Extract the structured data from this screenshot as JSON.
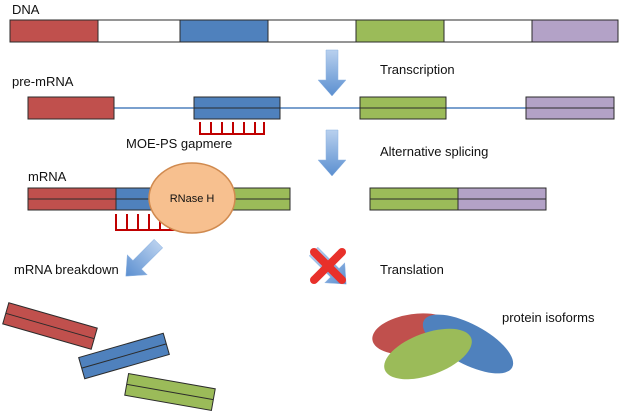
{
  "labels": {
    "dna": "DNA",
    "pre_mrna": "pre-mRNA",
    "mrna": "mRNA",
    "gapmer": "MOE-PS gapmere",
    "rnase": "RNase H",
    "transcription": "Transcription",
    "alt_splicing": "Alternative splicing",
    "breakdown": "mRNA breakdown",
    "translation": "Translation",
    "isoforms": "protein isoforms"
  },
  "colors": {
    "red": "#c0504d",
    "blue": "#4f81bd",
    "green": "#9bbb59",
    "purple": "#b3a2c7",
    "white": "#ffffff",
    "outline": "#2b2b2b",
    "intron_line": "#4f81bd",
    "gapmer": "#c00000",
    "rnase_fill": "#f7c08f",
    "rnase_stroke": "#d08a4f",
    "arrow_fill": "#8db3e2",
    "cross": "#e8302a"
  }
}
